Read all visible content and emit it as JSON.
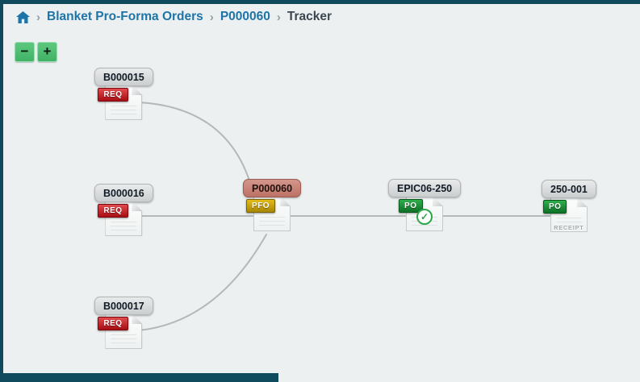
{
  "breadcrumb": {
    "separator": "›",
    "items": [
      {
        "label": "Blanket Pro-Forma Orders",
        "type": "link"
      },
      {
        "label": "P000060",
        "type": "link"
      },
      {
        "label": "Tracker",
        "type": "current"
      }
    ]
  },
  "zoom_controls": {
    "zoom_out": "−",
    "zoom_in": "+"
  },
  "diagram": {
    "nodes": [
      {
        "id": "B000015",
        "label": "B000015",
        "badge": "REQ",
        "badge_color": "#c3161c",
        "highlighted": false
      },
      {
        "id": "B000016",
        "label": "B000016",
        "badge": "REQ",
        "badge_color": "#c3161c",
        "highlighted": false
      },
      {
        "id": "B000017",
        "label": "B000017",
        "badge": "REQ",
        "badge_color": "#c3161c",
        "highlighted": false
      },
      {
        "id": "P000060",
        "label": "P000060",
        "badge": "PFO",
        "badge_color": "#c49b05",
        "highlighted": true
      },
      {
        "id": "EPIC06-250",
        "label": "EPIC06-250",
        "badge": "PO",
        "badge_color": "#178b33",
        "highlighted": false,
        "status_icon": "check-circle-icon",
        "status_glyph": "✓"
      },
      {
        "id": "250-001",
        "label": "250-001",
        "badge": "PO",
        "badge_color": "#178b33",
        "highlighted": false,
        "stamp": "RECEIPT"
      }
    ],
    "edges": [
      {
        "from": "B000015",
        "to": "P000060"
      },
      {
        "from": "B000016",
        "to": "P000060"
      },
      {
        "from": "B000017",
        "to": "P000060"
      },
      {
        "from": "P000060",
        "to": "EPIC06-250"
      },
      {
        "from": "EPIC06-250",
        "to": "250-001"
      }
    ]
  },
  "colors": {
    "frame": "#10485c",
    "background": "#edf0f1",
    "breadcrumb_link": "#1d74a8",
    "breadcrumb_current": "#3b4852",
    "zoom_button_green": "#4cbd71",
    "connector": "#b4b8b9",
    "badge_req": "#c3161c",
    "badge_pfo": "#c49b05",
    "badge_po": "#178b33",
    "active_node_pill": "#c57d72"
  }
}
